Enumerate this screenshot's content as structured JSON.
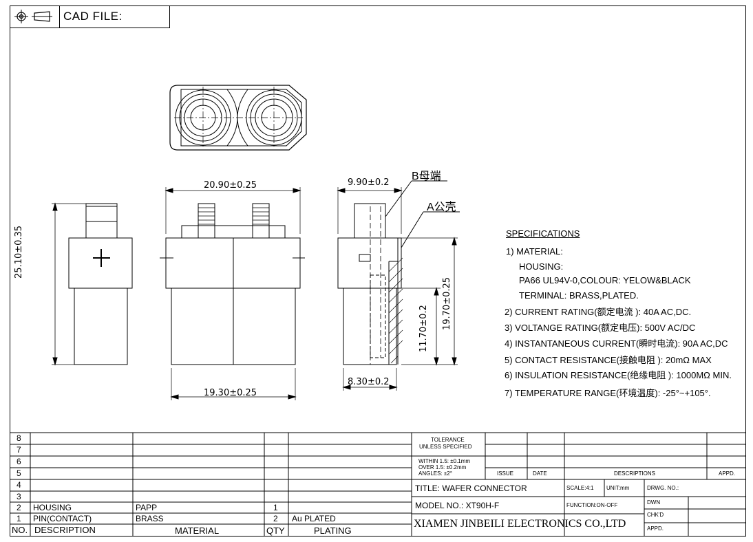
{
  "header": {
    "cad_label": "CAD FILE:"
  },
  "dimensions": {
    "width_top": "20.90±0.25",
    "width_bottom": "19.30±0.25",
    "height_left": "25.10±0.35",
    "side_top": "9.90±0.2",
    "side_bottom": "8.30±0.2",
    "height_right_inner": "11.70±0.2",
    "height_right_outer": "19.70±0.25",
    "label_b": "B母端",
    "label_a": "A公壳"
  },
  "specifications": {
    "title": "SPECIFICATIONS",
    "lines": [
      "1)  MATERIAL:",
      "HOUSING:",
      "PA66  UL94V-0,COLOUR: YELOW&BLACK",
      "TERMINAL: BRASS,PLATED.",
      "2)  CURRENT  RATING(额定电流 ): 40A  AC,DC.",
      "3)  VOLTANGE  RATING(额定电压): 500V  AC/DC",
      "4)  INSTANTANEOUS  CURRENT(瞬时电流): 90A  AC,DC",
      "5)  CONTACT  RESISTANCE(接触电阻 ): 20mΩ  MAX",
      "6)  INSULATION  RESISTANCE(绝缘电阻 ): 1000MΩ  MIN.",
      "7)  TEMPERATURE  RANGE(环境温度): -25°~+105°."
    ]
  },
  "bom": {
    "row_numbers": [
      "8",
      "7",
      "6",
      "5",
      "4",
      "3",
      "2",
      "1"
    ],
    "rows": [
      {
        "no": "2",
        "description": "HOUSING",
        "material": "PAPP",
        "qty": "1",
        "plating": ""
      },
      {
        "no": "1",
        "description": "PIN(CONTACT)",
        "material": "BRASS",
        "qty": "2",
        "plating": "Au  PLATED"
      }
    ],
    "headers": {
      "no": "NO.",
      "description": "DESCRIPTION",
      "material": "MATERIAL",
      "qty": "QTY",
      "plating": "PLATING"
    }
  },
  "title_block": {
    "tolerance_1": "TOLERANCE",
    "tolerance_2": "UNLESS  SPECIFIED",
    "within": "WITHIN  1.5: ±0.1mm",
    "over": "OVER  1.5:  ±0.2mm",
    "angles": "ANGLES: ±2°",
    "issue": "ISSUE",
    "date": "DATE",
    "descriptions": "DESCRIPTIONS",
    "appd_top": "APPD.",
    "title": "TITLE:  WAFER  CONNECTOR",
    "scale": "SCALE:4:1",
    "unit": "UNIT:mm",
    "drwg": "DRWG.  NO.:",
    "model": "MODEL  NO.: XT90H-F",
    "function": "FUNCTION:ON-OFF",
    "dwn": "DWN",
    "chkd": "CHK'D",
    "appd": "APPD.",
    "company": "XIAMEN JINBEILI ELECTRONICS CO.,LTD"
  }
}
